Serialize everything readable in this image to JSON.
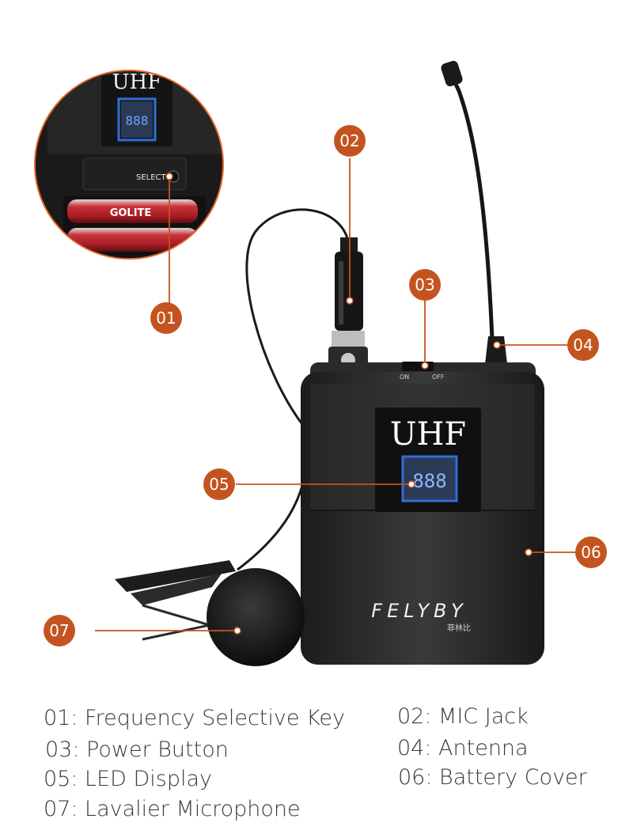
{
  "device": {
    "display_brand": "UHF",
    "inset_brand": "UHF",
    "select_label": "SELECT",
    "switch_on": "ON",
    "switch_off": "OFF",
    "logo_text": "FELYBY",
    "logo_subtext": "菲林比",
    "battery_text": "GOLITE"
  },
  "callouts": [
    {
      "number": "01"
    },
    {
      "number": "02"
    },
    {
      "number": "03"
    },
    {
      "number": "04"
    },
    {
      "number": "05"
    },
    {
      "number": "06"
    },
    {
      "number": "07"
    }
  ],
  "legend": [
    {
      "text": "01: Frequency Selective Key"
    },
    {
      "text": "02: MIC Jack"
    },
    {
      "text": "03: Power Button"
    },
    {
      "text": "04: Antenna"
    },
    {
      "text": "05: LED Display"
    },
    {
      "text": "06: Battery Cover"
    },
    {
      "text": "07: Lavalier Microphone"
    }
  ],
  "colors": {
    "accent": "#c4541f",
    "body": "#2a2a2a",
    "display_frame": "#2f6fd6"
  }
}
